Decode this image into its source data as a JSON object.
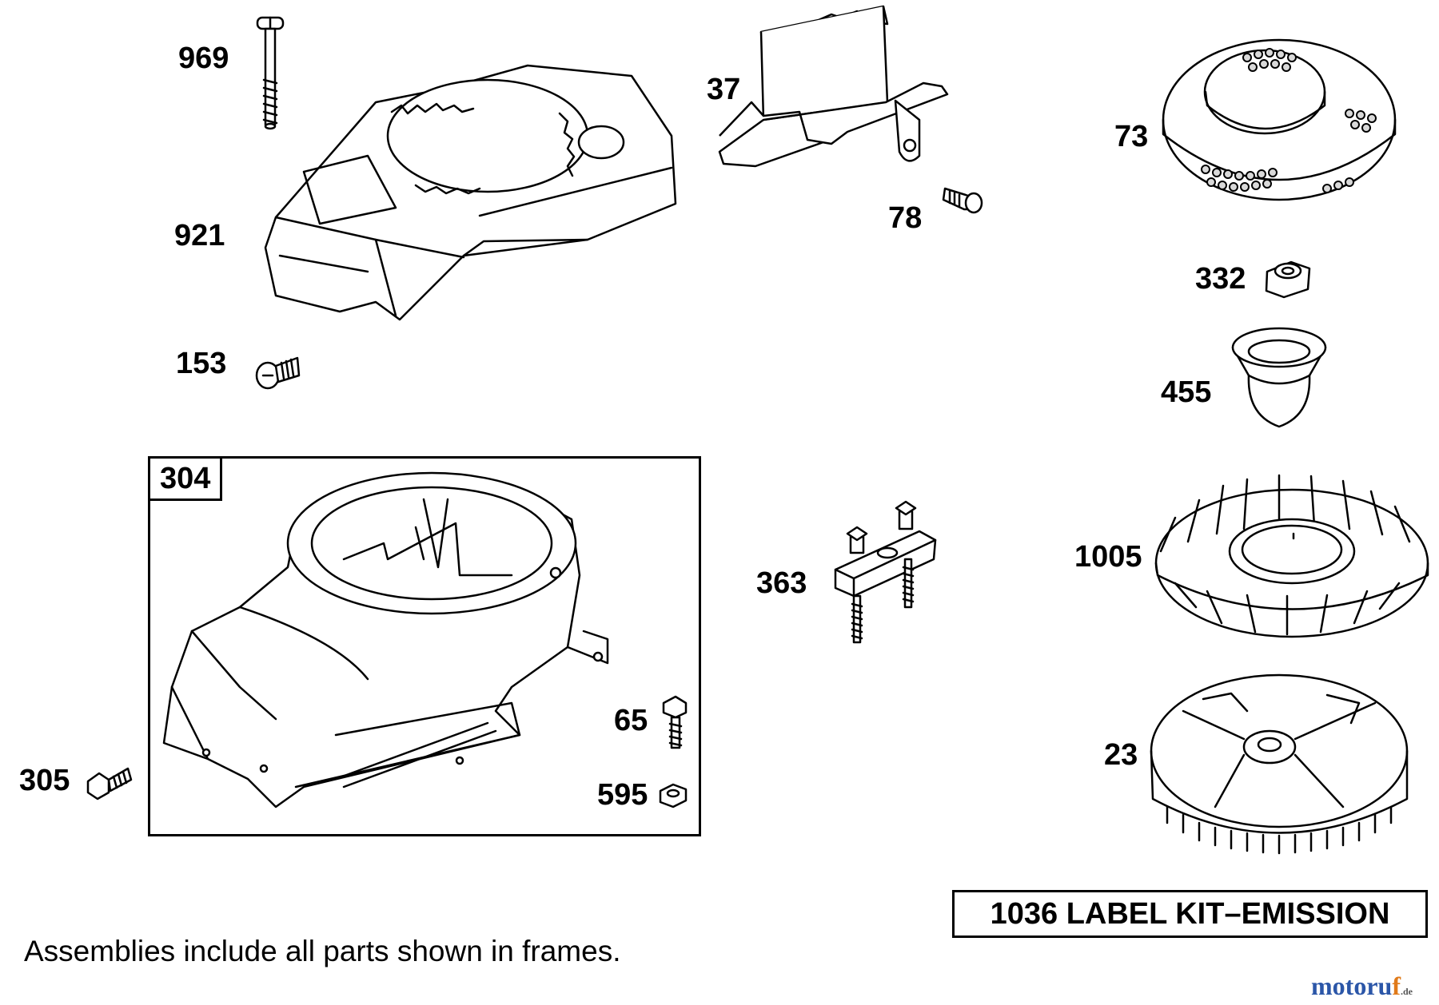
{
  "callouts": [
    {
      "id": "969",
      "label": "969"
    },
    {
      "id": "921",
      "label": "921"
    },
    {
      "id": "153",
      "label": "153"
    },
    {
      "id": "37",
      "label": "37"
    },
    {
      "id": "78",
      "label": "78"
    },
    {
      "id": "73",
      "label": "73"
    },
    {
      "id": "332",
      "label": "332"
    },
    {
      "id": "455",
      "label": "455"
    },
    {
      "id": "1005",
      "label": "1005"
    },
    {
      "id": "363",
      "label": "363"
    },
    {
      "id": "23",
      "label": "23"
    },
    {
      "id": "65",
      "label": "65"
    },
    {
      "id": "595",
      "label": "595"
    },
    {
      "id": "305",
      "label": "305"
    }
  ],
  "frame": {
    "label": "304"
  },
  "kit_label": "1036 LABEL KIT–EMISSION",
  "note": "Assemblies include all parts shown in frames.",
  "watermark": {
    "main": "motoru",
    "accent": "f",
    "tld": ".de"
  }
}
